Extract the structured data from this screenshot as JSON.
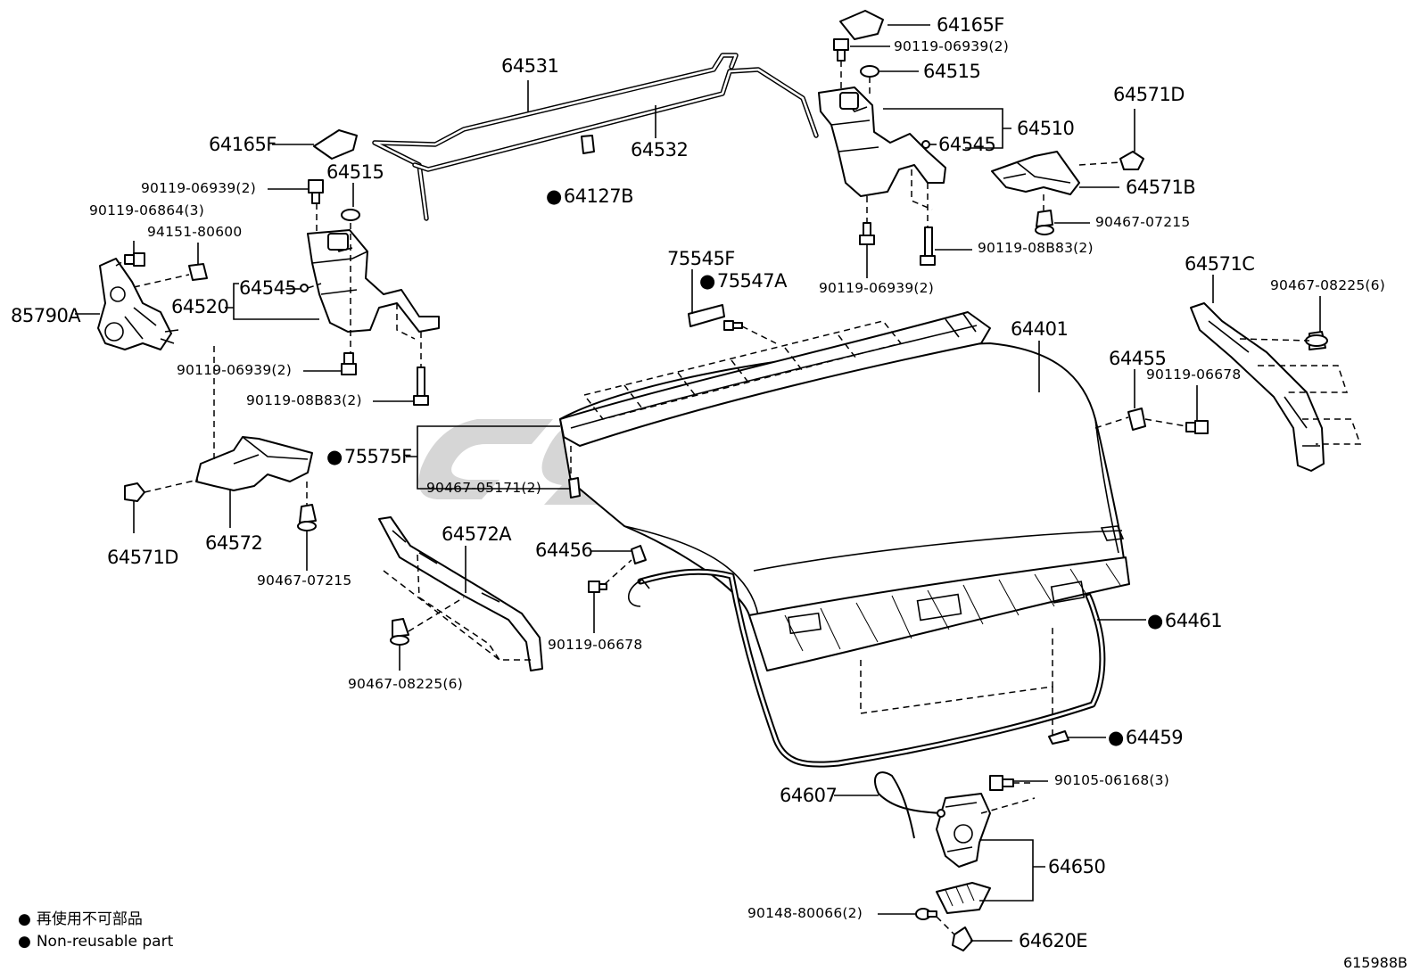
{
  "diagram_code": "615988B",
  "legend": [
    {
      "marker": "filled-circle",
      "text": "再使用不可部品"
    },
    {
      "marker": "filled-circle",
      "text": "Non-reusable part"
    }
  ],
  "watermark": {
    "type": "logo",
    "color": "#c8c8c8"
  },
  "labels": [
    {
      "id": "64531",
      "text": "64531",
      "size": "large",
      "nonreusable": false
    },
    {
      "id": "64532",
      "text": "64532",
      "size": "large",
      "nonreusable": false
    },
    {
      "id": "64127B",
      "text": "64127B",
      "size": "large",
      "nonreusable": true
    },
    {
      "id": "64165F_left",
      "text": "64165F",
      "size": "large",
      "nonreusable": false
    },
    {
      "id": "90119-06939_left_top",
      "text": "90119-06939(2)",
      "size": "small",
      "nonreusable": false
    },
    {
      "id": "64515_left",
      "text": "64515",
      "size": "large",
      "nonreusable": false
    },
    {
      "id": "90119-06864",
      "text": "90119-06864(3)",
      "size": "small",
      "nonreusable": false
    },
    {
      "id": "94151-80600",
      "text": "94151-80600",
      "size": "small",
      "nonreusable": false
    },
    {
      "id": "64545_left",
      "text": "64545",
      "size": "large",
      "nonreusable": false
    },
    {
      "id": "64520",
      "text": "64520",
      "size": "large",
      "nonreusable": false
    },
    {
      "id": "85790A",
      "text": "85790A",
      "size": "large",
      "nonreusable": false
    },
    {
      "id": "90119-06939_left_bottom",
      "text": "90119-06939(2)",
      "size": "small",
      "nonreusable": false
    },
    {
      "id": "90119-08B83_left",
      "text": "90119-08B83(2)",
      "size": "small",
      "nonreusable": false
    },
    {
      "id": "75575F",
      "text": "75575F",
      "size": "large",
      "nonreusable": true
    },
    {
      "id": "90467-05171",
      "text": "90467-05171(2)",
      "size": "small",
      "nonreusable": false
    },
    {
      "id": "64571D_left",
      "text": "64571D",
      "size": "large",
      "nonreusable": false
    },
    {
      "id": "64572",
      "text": "64572",
      "size": "large",
      "nonreusable": false
    },
    {
      "id": "90467-07215_left",
      "text": "90467-07215",
      "size": "small",
      "nonreusable": false
    },
    {
      "id": "64572A",
      "text": "64572A",
      "size": "large",
      "nonreusable": false
    },
    {
      "id": "90467-08225_left",
      "text": "90467-08225(6)",
      "size": "small",
      "nonreusable": false
    },
    {
      "id": "64456",
      "text": "64456",
      "size": "large",
      "nonreusable": false
    },
    {
      "id": "90119-06678_left",
      "text": "90119-06678",
      "size": "small",
      "nonreusable": false
    },
    {
      "id": "75545F",
      "text": "75545F",
      "size": "large",
      "nonreusable": false
    },
    {
      "id": "75547A",
      "text": "75547A",
      "size": "large",
      "nonreusable": true
    },
    {
      "id": "64165F_right",
      "text": "64165F",
      "size": "large",
      "nonreusable": false
    },
    {
      "id": "90119-06939_right_top",
      "text": "90119-06939(2)",
      "size": "small",
      "nonreusable": false
    },
    {
      "id": "64515_right",
      "text": "64515",
      "size": "large",
      "nonreusable": false
    },
    {
      "id": "64510",
      "text": "64510",
      "size": "large",
      "nonreusable": false
    },
    {
      "id": "64545_right",
      "text": "64545",
      "size": "large",
      "nonreusable": false
    },
    {
      "id": "64571D_right",
      "text": "64571D",
      "size": "large",
      "nonreusable": false
    },
    {
      "id": "64571B",
      "text": "64571B",
      "size": "large",
      "nonreusable": false
    },
    {
      "id": "90467-07215_right",
      "text": "90467-07215",
      "size": "small",
      "nonreusable": false
    },
    {
      "id": "90119-08B83_right",
      "text": "90119-08B83(2)",
      "size": "small",
      "nonreusable": false
    },
    {
      "id": "90119-06939_right_bottom",
      "text": "90119-06939(2)",
      "size": "small",
      "nonreusable": false
    },
    {
      "id": "64571C",
      "text": "64571C",
      "size": "large",
      "nonreusable": false
    },
    {
      "id": "90467-08225_right",
      "text": "90467-08225(6)",
      "size": "small",
      "nonreusable": false
    },
    {
      "id": "64401",
      "text": "64401",
      "size": "large",
      "nonreusable": false
    },
    {
      "id": "64455",
      "text": "64455",
      "size": "large",
      "nonreusable": false
    },
    {
      "id": "90119-06678_right",
      "text": "90119-06678",
      "size": "small",
      "nonreusable": false
    },
    {
      "id": "64461",
      "text": "64461",
      "size": "large",
      "nonreusable": true
    },
    {
      "id": "64459",
      "text": "64459",
      "size": "large",
      "nonreusable": true
    },
    {
      "id": "90105-06168",
      "text": "90105-06168(3)",
      "size": "small",
      "nonreusable": false
    },
    {
      "id": "64607",
      "text": "64607",
      "size": "large",
      "nonreusable": false
    },
    {
      "id": "64650",
      "text": "64650",
      "size": "large",
      "nonreusable": false
    },
    {
      "id": "90148-80066",
      "text": "90148-80066(2)",
      "size": "small",
      "nonreusable": false
    },
    {
      "id": "64620E",
      "text": "64620E",
      "size": "large",
      "nonreusable": false
    }
  ]
}
